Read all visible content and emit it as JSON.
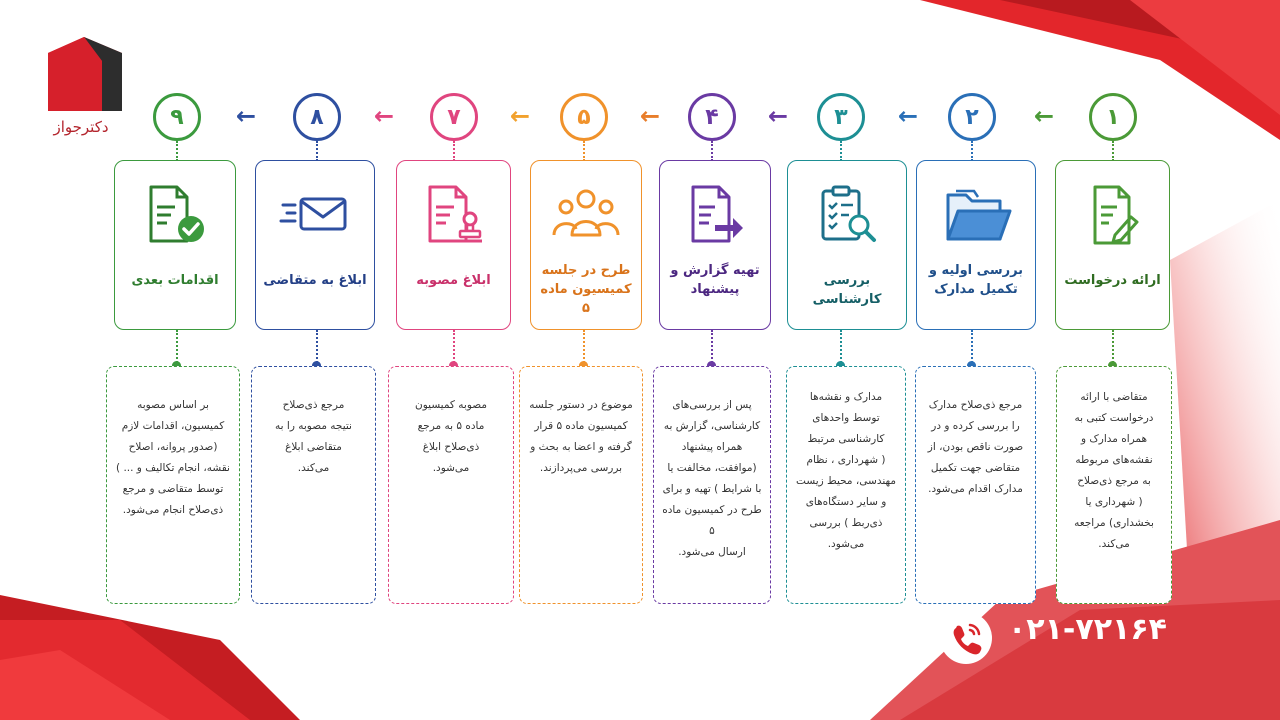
{
  "brand": {
    "logo_text": "دکترجواز",
    "logo_colors": {
      "front": "#d6202b",
      "side": "#2d2d2d"
    }
  },
  "phone": {
    "icon": "phone-icon",
    "number": "۰۲۱-۷۲۱۶۴"
  },
  "steps": [
    {
      "number": "۱",
      "color": "#4b9a37",
      "icon": "document-pen-icon",
      "title_lines": [
        "ارائه درخواست"
      ],
      "desc_lines": [
        "متقاضی با ارائه",
        "درخواست کتبی به",
        "همراه مدارک و",
        "نقشه‌های مربوطه",
        "به مرجع ذی‌صلاح",
        "( شهرداری یا",
        "بخشداری) مراجعه",
        "می‌کند."
      ]
    },
    {
      "number": "۲",
      "color": "#2a6fb7",
      "icon": "folder-icon",
      "title_lines": [
        "بررسی اولیه و",
        "تکمیل مدارک"
      ],
      "desc_lines": [
        "مرجع ذی‌صلاح مدارک",
        "را بررسی کرده و در",
        "صورت ناقص بودن، از",
        "متقاضی جهت تکمیل",
        "مدارک اقدام می‌شود."
      ]
    },
    {
      "number": "۳",
      "color": "#1d8f94",
      "icon": "clipboard-search-icon",
      "title_lines": [
        "بررسی کارشناسی"
      ],
      "desc_lines": [
        "مدارک و نقشه‌ها",
        "توسط واحدهای",
        "کارشناسی مرتبط",
        "( شهرداری ، نظام",
        "مهندسی، محیط زیست",
        "و سایر دستگاه‌های",
        "ذی‌ربط ) بررسی",
        "می‌شود."
      ]
    },
    {
      "number": "۴",
      "color": "#6a3aa3",
      "icon": "document-arrow-icon",
      "title_lines": [
        "تهیه گزارش و",
        "پیشنهاد"
      ],
      "desc_lines": [
        "پس از بررسی‌های",
        "کارشناسی، گزارش به",
        "همراه پیشنهاد",
        "(موافقت، مخالفت یا",
        "با شرایط ) تهیه و برای",
        "طرح در کمیسیون ماده ۵",
        "ارسال می‌شود."
      ]
    },
    {
      "number": "۵",
      "color": "#f0922b",
      "icon": "group-icon",
      "title_lines": [
        "طرح در جلسه",
        "کمیسیون ماده ۵"
      ],
      "desc_lines": [
        "موضوع در دستور جلسه",
        "کمیسیون ماده ۵ قرار",
        "گرفته و اعضا به بحث و",
        "بررسی می‌پردازند."
      ]
    },
    {
      "number": "۷",
      "color": "#e0457f",
      "icon": "document-stamp-icon",
      "title_lines": [
        "ابلاغ مصوبه"
      ],
      "desc_lines": [
        "مصوبه کمیسیون",
        "ماده ۵ به مرجع",
        "ذی‌صلاح ابلاغ",
        "می‌شود."
      ]
    },
    {
      "number": "۸",
      "color": "#2e4fa0",
      "icon": "envelope-fast-icon",
      "title_lines": [
        "ابلاغ به متقاضی"
      ],
      "desc_lines": [
        "مرجع ذی‌صلاح",
        "نتیجه مصوبه را به",
        "متقاضی ابلاغ",
        "می‌کند."
      ]
    },
    {
      "number": "۹",
      "color": "#3b9a3e",
      "icon": "document-check-icon",
      "title_lines": [
        "اقدامات بعدی"
      ],
      "desc_lines": [
        "بر اساس مصوبه",
        "کمیسیون، اقدامات لازم",
        "(صدور پروانه، اصلاح",
        "نقشه، انجام تکالیف و ... )",
        "توسط متقاضی و مرجع",
        "ذی‌صلاح انجام می‌شود."
      ]
    }
  ]
}
